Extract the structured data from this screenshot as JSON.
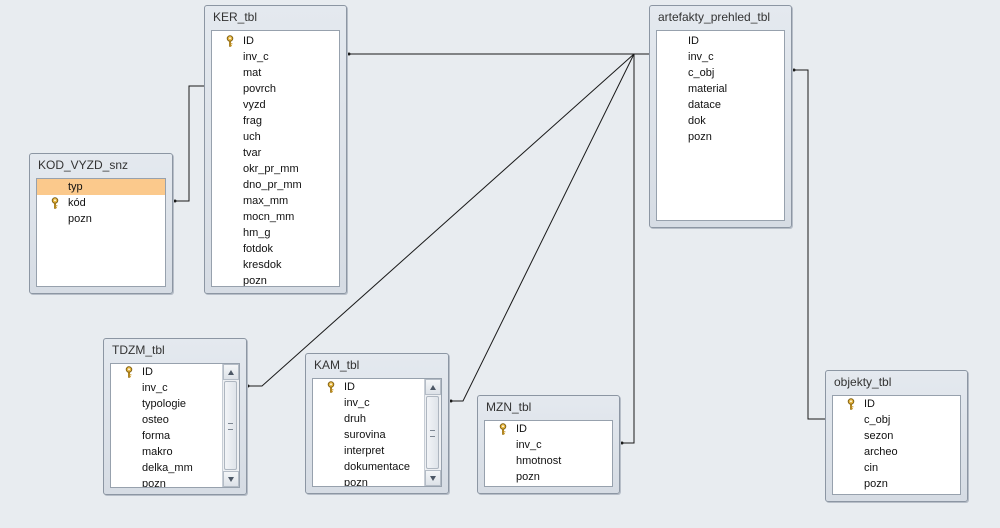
{
  "tables": {
    "ker": {
      "title": "KER_tbl",
      "fields": [
        "ID",
        "inv_c",
        "mat",
        "povrch",
        "vyzd",
        "frag",
        "uch",
        "tvar",
        "okr_pr_mm",
        "dno_pr_mm",
        "max_mm",
        "mocn_mm",
        "hm_g",
        "fotdok",
        "kresdok",
        "pozn"
      ]
    },
    "artefakty": {
      "title": "artefakty_prehled_tbl",
      "fields": [
        "ID",
        "inv_c",
        "c_obj",
        "material",
        "datace",
        "dok",
        "pozn"
      ]
    },
    "kod_vyzd": {
      "title": "KOD_VYZD_snz",
      "fields": [
        "typ",
        "kód",
        "pozn"
      ]
    },
    "tdzm": {
      "title": "TDZM_tbl",
      "fields": [
        "ID",
        "inv_c",
        "typologie",
        "osteo",
        "forma",
        "makro",
        "delka_mm",
        "pozn"
      ]
    },
    "kam": {
      "title": "KAM_tbl",
      "fields": [
        "ID",
        "inv_c",
        "druh",
        "surovina",
        "interpret",
        "dokumentace",
        "pozn"
      ]
    },
    "mzn": {
      "title": "MZN_tbl",
      "fields": [
        "ID",
        "inv_c",
        "hmotnost",
        "pozn"
      ]
    },
    "objekty": {
      "title": "objekty_tbl",
      "fields": [
        "ID",
        "c_obj",
        "sezon",
        "archeo",
        "cin",
        "pozn"
      ]
    }
  },
  "icons": {
    "primary_key": "key-icon"
  },
  "colors": {
    "selected_row": "#fbc98c",
    "relation_line": "#1a1a1a"
  }
}
